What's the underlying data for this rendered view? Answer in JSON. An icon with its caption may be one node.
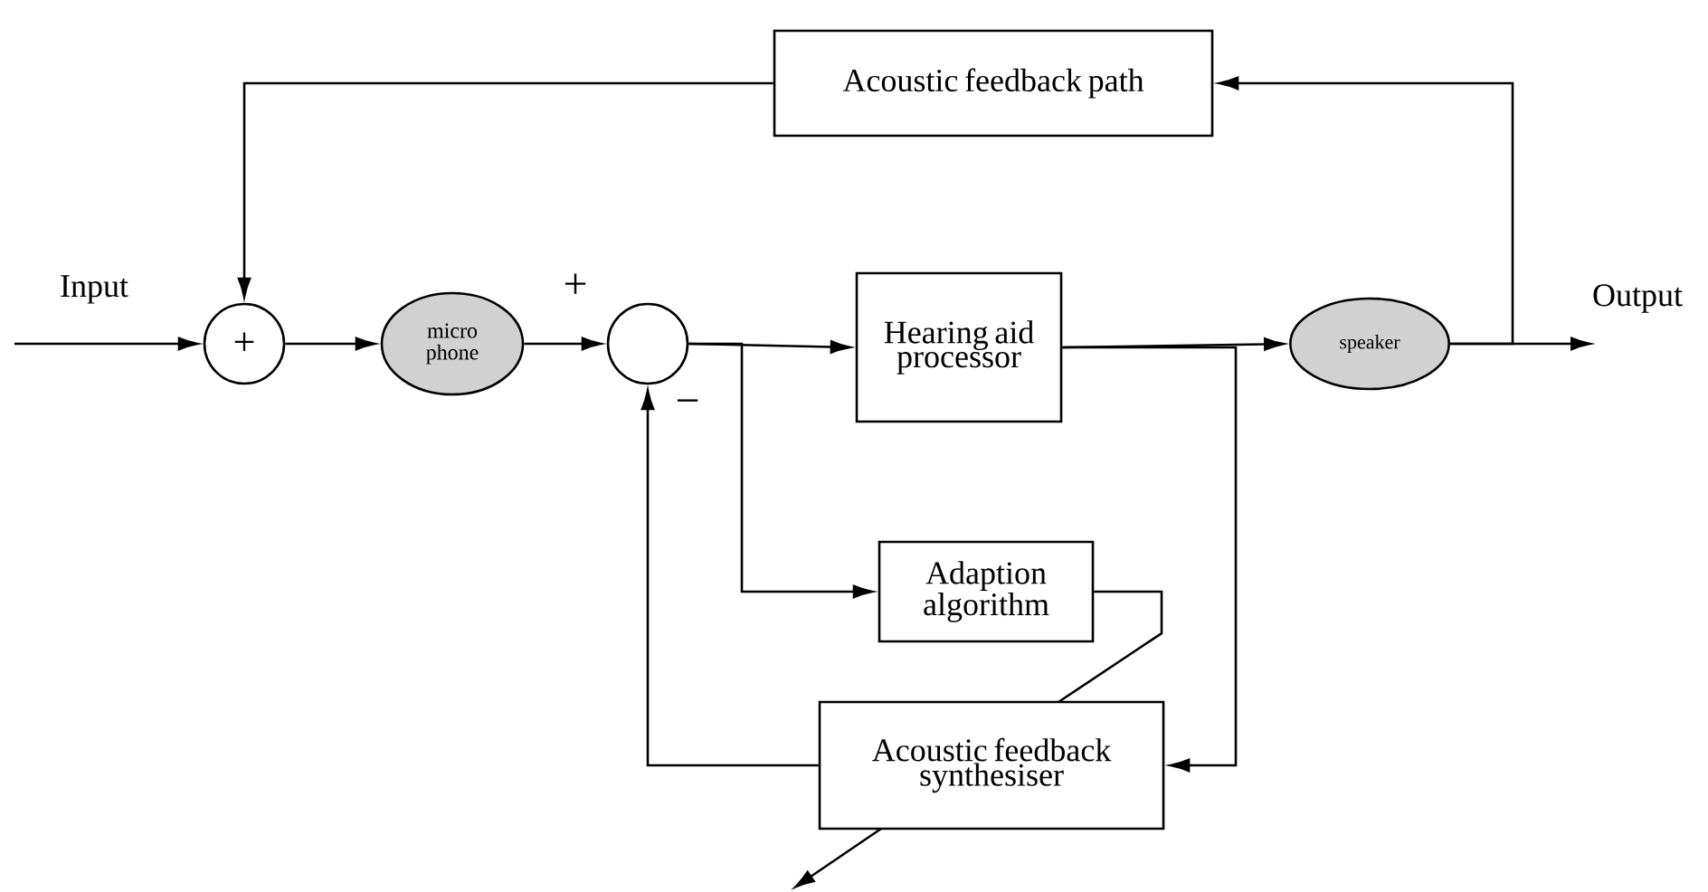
{
  "diagram": {
    "nodes": [
      {
        "text": [
          "Acoustic feedback path"
        ]
      },
      {
        "text": [
          "+"
        ]
      },
      {
        "text": [
          "micro phone"
        ]
      },
      {
        "text": [],
        "shape": "circle"
      },
      {
        "text": [
          "Hearing aid processor"
        ]
      },
      {
        "text": [
          "speaker"
        ]
      },
      {
        "text": [
          "Adaption algorithm"
        ]
      },
      {
        "text": [
          "Acoustic feedback synthesiser"
        ]
      }
    ],
    "edges": [
      {
        "from": null,
        "to": 1,
        "arrow": "to",
        "label": "Input"
      },
      {
        "from": 1,
        "to": 2,
        "arrow": "to"
      },
      {
        "from": 2,
        "to": 3,
        "arrow": "to"
      },
      {
        "from": 3,
        "to": 4,
        "arrow": "to"
      },
      {
        "from": 3,
        "to": 6,
        "arrow": "to"
      },
      {
        "from": 4,
        "to": 5,
        "arrow": "to"
      },
      {
        "from": 4,
        "to": 7,
        "arrow": "to"
      },
      {
        "from": 5,
        "to": null,
        "arrow": "to",
        "label": "Output"
      },
      {
        "from": 5,
        "to": 0,
        "arrow": "to"
      },
      {
        "from": 0,
        "to": 1,
        "arrow": "to"
      },
      {
        "from": 7,
        "to": 3,
        "arrow": "to"
      },
      {
        "from": 6,
        "to": 7,
        "arrow": "none"
      },
      {
        "from": 7,
        "to": null,
        "arrow": "to"
      }
    ],
    "labels": [
      "+",
      "−"
    ]
  }
}
